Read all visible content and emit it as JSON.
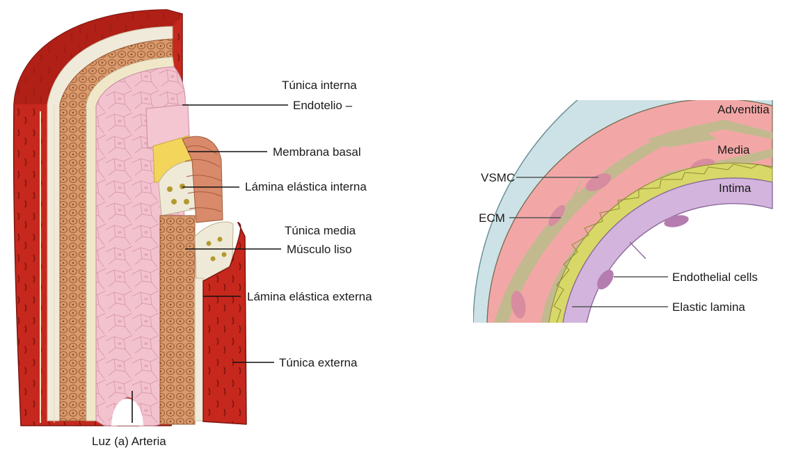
{
  "left_figure": {
    "labels": {
      "tunica_interna": "Túnica interna",
      "endotelio": "Endotelio –",
      "membrana_basal": "Membrana basal",
      "lamina_elastica_interna": "Lámina elástica interna",
      "tunica_media": "Túnica media",
      "musculo_liso": "Músculo liso",
      "lamina_elastica_externa": "Lámina elástica externa",
      "tunica_externa": "Túnica externa",
      "luz_arteria": "Luz (a) Arteria"
    },
    "colors": {
      "adventitia_red": "#c8281c",
      "adventitia_dark": "#8e1a12",
      "media_tan": "#d79466",
      "intima_pink": "#f0b9c6",
      "elastic_cream": "#f2ecd8",
      "basal_yellow": "#f2d55a"
    }
  },
  "right_figure": {
    "labels": {
      "adventitia": "Adventitia",
      "media": "Media",
      "intima": "Intima",
      "vsmc": "VSMC",
      "ecm": "ECM",
      "endothelial_cells": "Endothelial cells",
      "elastic_lamina": "Elastic lamina"
    },
    "colors": {
      "adventitia_blue": "#cde2e6",
      "media_pink": "#f2a7a6",
      "ecm_olive": "#c2b98f",
      "elastic_yellow": "#d8d868",
      "endothelial_lilac": "#d3b4dd",
      "nucleus": "#c87a98"
    }
  }
}
